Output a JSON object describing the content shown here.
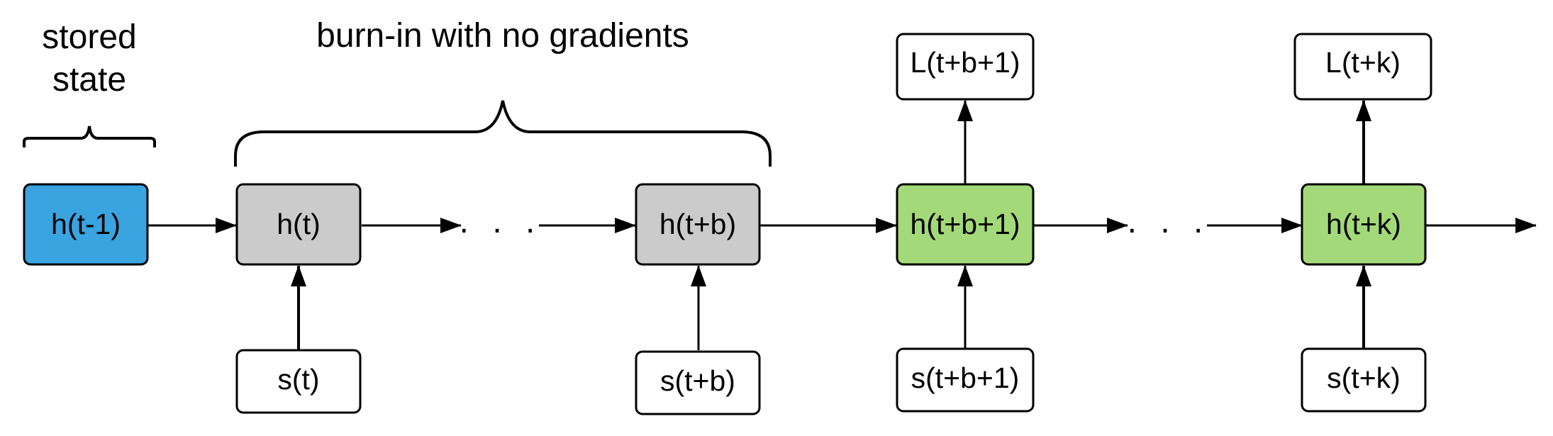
{
  "captions": {
    "stored_state_line1": "stored",
    "stored_state_line2": "state",
    "burn_in": "burn-in with no gradients"
  },
  "hidden_states": {
    "h_prev": "h(t-1)",
    "h_t": "h(t)",
    "h_tb": "h(t+b)",
    "h_tb1": "h(t+b+1)",
    "h_tk": "h(t+k)"
  },
  "inputs": {
    "s_t": "s(t)",
    "s_tb": "s(t+b)",
    "s_tb1": "s(t+b+1)",
    "s_tk": "s(t+k)"
  },
  "losses": {
    "l_tb1": "L(t+b+1)",
    "l_tk": "L(t+k)"
  },
  "ellipsis": {
    "first": ". . .",
    "second": ". . ."
  },
  "colors": {
    "stored_state_fill": "#3aa4e0",
    "burn_in_fill": "#cbcbcb",
    "gradient_fill": "#a3d978",
    "plain_fill": "#ffffff",
    "stroke": "#000000"
  }
}
